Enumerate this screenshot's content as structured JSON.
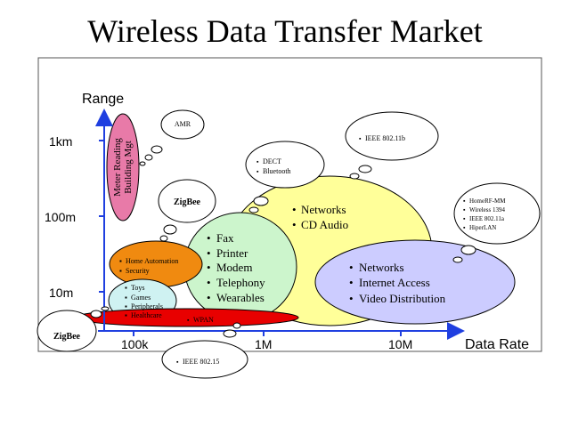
{
  "title": "Wireless Data Transfer Market",
  "axes": {
    "y_label": "Range",
    "x_label": "Data Rate",
    "y_ticks": [
      "1km",
      "100m",
      "10m"
    ],
    "x_ticks": [
      "100k",
      "1M",
      "10M"
    ]
  },
  "regions": {
    "meter": {
      "lines": [
        "Meter Reading",
        "Building Mgt"
      ]
    },
    "fax": {
      "items": [
        "Fax",
        "Printer",
        "Modem",
        "Telephony",
        "Wearables"
      ]
    },
    "networks_cd": {
      "items": [
        "Networks",
        "CD Audio"
      ]
    },
    "networks_video": {
      "items": [
        "Networks",
        "Internet Access",
        "Video Distribution"
      ]
    },
    "home_auto": {
      "items": [
        "Home Automation",
        "Security"
      ]
    },
    "toys": {
      "items": [
        "Toys",
        "Games",
        "Peripherals",
        "Healthcare"
      ]
    },
    "wpan": {
      "label": "WPAN"
    }
  },
  "clouds": {
    "amr": "AMR",
    "zigbee_top": "ZigBee",
    "zigbee_bottom": "ZigBee",
    "dect": [
      "DECT",
      "Bluetooth"
    ],
    "ieee_80211b": "IEEE 802.11b",
    "homerf": [
      "HomeRF-MM",
      "Wireless 1394",
      "IEEE 802.11a",
      "HiperLAN"
    ],
    "ieee_80215": "IEEE 802.15"
  },
  "colors": {
    "meter": "#e87aa8",
    "fax": "#ccf5cc",
    "networks_cd": "#ffff99",
    "networks_video": "#ccccff",
    "home_auto": "#f08a10",
    "toys": "#cff2f2",
    "wpan": "#e80000",
    "axis": "#1f3fe0"
  }
}
